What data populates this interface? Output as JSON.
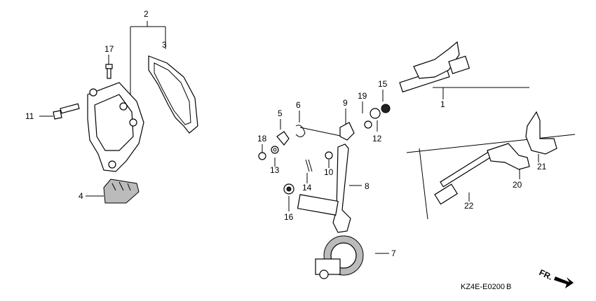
{
  "callouts": [
    "1",
    "2",
    "3",
    "4",
    "5",
    "6",
    "7",
    "8",
    "9",
    "10",
    "11",
    "12",
    "13",
    "14",
    "15",
    "16",
    "17",
    "18",
    "19",
    "20",
    "21",
    "22"
  ],
  "direction_label": "FR.",
  "diagram_code": "KZ4E-E0200",
  "diagram_code_suffix": "B"
}
